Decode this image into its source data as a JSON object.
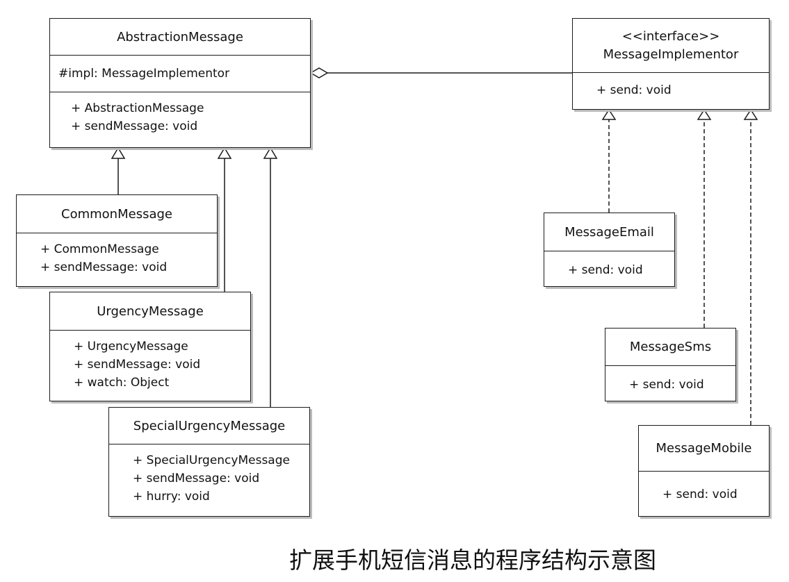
{
  "classes": {
    "abstraction": {
      "name": "AbstractionMessage",
      "attribute": "#impl: MessageImplementor",
      "operations": [
        "+ AbstractionMessage",
        "+ sendMessage: void"
      ]
    },
    "common": {
      "name": "CommonMessage",
      "operations": [
        "+ CommonMessage",
        "+ sendMessage: void"
      ]
    },
    "urgency": {
      "name": "UrgencyMessage",
      "operations": [
        "+ UrgencyMessage",
        "+ sendMessage: void",
        "+ watch: Object"
      ]
    },
    "special": {
      "name": "SpecialUrgencyMessage",
      "operations": [
        "+ SpecialUrgencyMessage",
        "+ sendMessage: void",
        "+ hurry: void"
      ]
    },
    "implementor": {
      "stereotype": "<<interface>>",
      "name": "MessageImplementor",
      "operations": [
        "+ send: void"
      ]
    },
    "email": {
      "name": "MessageEmail",
      "operations": [
        "+ send: void"
      ]
    },
    "sms": {
      "name": "MessageSms",
      "operations": [
        "+ send: void"
      ]
    },
    "mobile": {
      "name": "MessageMobile",
      "operations": [
        "+ send: void"
      ]
    }
  },
  "caption": "扩展手机短信消息的程序结构示意图"
}
